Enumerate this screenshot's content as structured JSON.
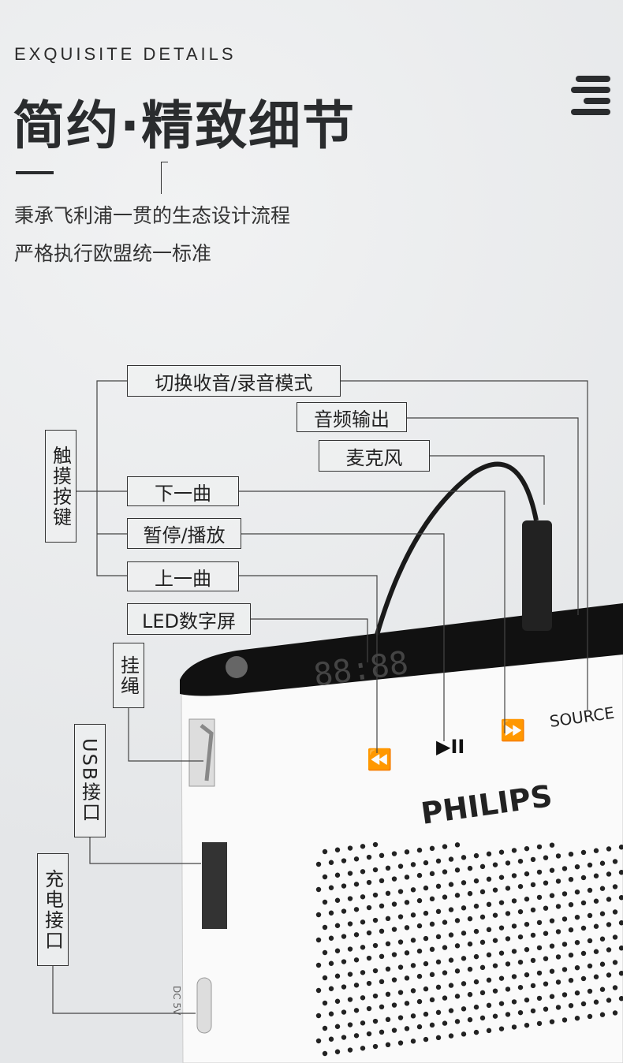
{
  "header": {
    "eyebrow": "EXQUISITE DETAILS",
    "title": "简约·精致细节",
    "lines": [
      "秉承飞利浦一贯的生态设计流程",
      "严格执行欧盟统一标准"
    ]
  },
  "callouts": {
    "mode_switch": "切换收音/录音模式",
    "audio_out": "音频输出",
    "mic": "麦克风",
    "touch_keys": "触摸按键",
    "next": "下一曲",
    "play_pause": "暂停/播放",
    "prev": "上一曲",
    "led": "LED数字屏",
    "lanyard": "挂绳",
    "usb": "USB接口",
    "charge": "充电接口"
  },
  "device": {
    "brand": "PHILIPS",
    "source_label": "SOURCE",
    "dc_label": "DC 5V",
    "prev_icon": "⏪",
    "play_icon": "▶II",
    "next_icon": "⏩"
  }
}
